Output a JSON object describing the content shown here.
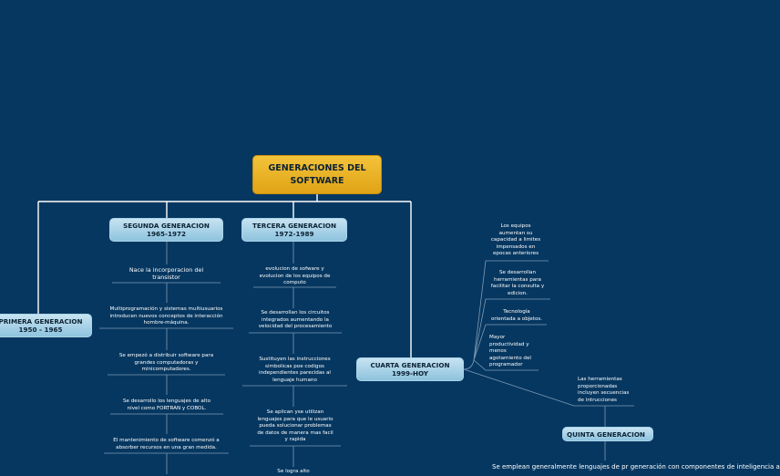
{
  "root": {
    "title": "GENERACIONES DEL\nSOFTWARE"
  },
  "generations": {
    "primera": {
      "title": "PRIMERA GENERACION\n1950 - 1965"
    },
    "segunda": {
      "title": "SEGUNDA GENERACION\n1965-1972"
    },
    "tercera": {
      "title": "TERCERA GENERACION\n1972-1989"
    },
    "cuarta": {
      "title": "CUARTA GENERACION\n1999-HOY"
    },
    "quinta": {
      "title": "QUINTA GENERACION"
    }
  },
  "segunda_items": [
    "Nace la incorporacion del\ntransistor",
    "Multiprogramación y sistemas multiusuarios\nintroducen nuevos conceptos de interacción\nhombre-máquina.",
    "Se empezó a distribuir software para\ngrandes computadoras y\nminicomputadores.",
    "Se desarrollo los lenguajes de alto\nnivel como FORTRAN y COBOL.",
    "El mantenimiento de software comenzó a\nabsorber recursos en una gran medida."
  ],
  "tercera_items": [
    "evolucion de sofware y\nevolucion de los equipos de\ncomputo",
    "Se desarrollan los circuitos\nintegrados aumentando la\nvelocidad del procesamiento",
    "Sustituyen las instrucciones\nsimbolicas poe codigos\nindependientes parecidas al\nlenguaje humano",
    "Se aplican yse utilizan\nlenguajes para que le usuario\npueda solucionar problemas\nde datos de manera mas facil\ny rapida",
    "Se logra alto"
  ],
  "cuarta_items": [
    "Los equipos\naumentan su\ncapacidad a limites\nimpensados en\nepocas anteriores",
    "Se desarrollan\nherramientas para\nfacilitar la consulta y\nedicion.",
    "Tecnología\norientada a objetos.",
    "Mayor\nproductividad y\nmenos\nagotamiento del\nprogramador"
  ],
  "quinta_items": [
    "Las herramientas\nproporcionadas\nincluyen secuencias\nde intrucciones",
    "Se emplean generalmente lenguajes de pr\ngeneración con componentes de inteligencia a"
  ]
}
